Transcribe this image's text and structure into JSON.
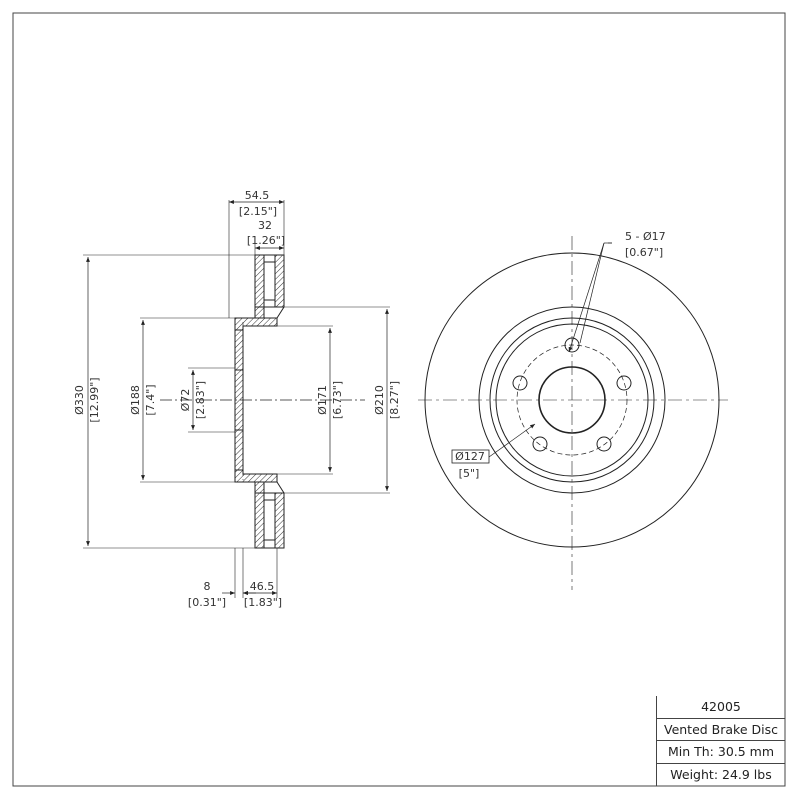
{
  "side_view": {
    "overall_width": "54.5",
    "overall_width_in": "[2.15\"]",
    "rotor_thickness": "32",
    "rotor_thickness_in": "[1.26\"]",
    "outer_diameter": "Ø330",
    "outer_diameter_in": "[12.99\"]",
    "hat_diameter": "Ø188",
    "hat_diameter_in": "[7.4\"]",
    "center_bore": "Ø72",
    "center_bore_in": "[2.83\"]",
    "inner_hat_diameter": "Ø171",
    "inner_hat_diameter_in": "[6.73\"]",
    "inner_diameter": "Ø210",
    "inner_diameter_in": "[8.27\"]",
    "flange_thickness": "8",
    "flange_thickness_in": "[0.31\"]",
    "hat_height": "46.5",
    "hat_height_in": "[1.83\"]"
  },
  "front_view": {
    "holes": "5 - Ø17",
    "holes_in": "[0.67\"]",
    "bolt_circle": "Ø127",
    "bolt_circle_in": "[5\"]"
  },
  "title_block": {
    "part_number": "42005",
    "description": "Vented Brake Disc",
    "min_thickness": "Min Th: 30.5 mm",
    "weight": "Weight: 24.9 lbs"
  }
}
